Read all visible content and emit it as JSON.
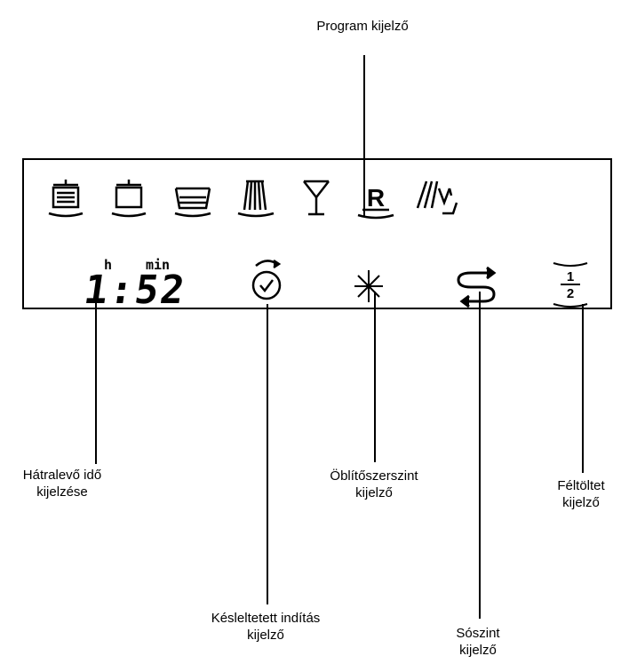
{
  "labels": {
    "program": "Program kijelző",
    "remaining_line1": "Hátralevő idő",
    "remaining_line2": "kijelzése",
    "rinse_line1": "Öblítőszerszint",
    "rinse_line2": "kijelző",
    "half_line1": "Féltöltet",
    "half_line2": "kijelző",
    "delay_line1": "Késleltetett indítás",
    "delay_line2": "kijelző",
    "salt_line1": "Sószint",
    "salt_line2": "kijelző"
  },
  "display": {
    "hour_unit": "h",
    "min_unit": "min",
    "time_digits": "1:52",
    "rinse_letter": "R",
    "half_numerator": "1",
    "half_denominator": "2"
  },
  "icons": [
    "intensive-pot-icon",
    "normal-pot-icon",
    "eco-plates-icon",
    "quick-wash-icon",
    "glass-icon",
    "rinse-program-icon",
    "prewash-icon",
    "delay-start-icon",
    "rinse-aid-icon",
    "salt-icon",
    "half-load-icon"
  ]
}
